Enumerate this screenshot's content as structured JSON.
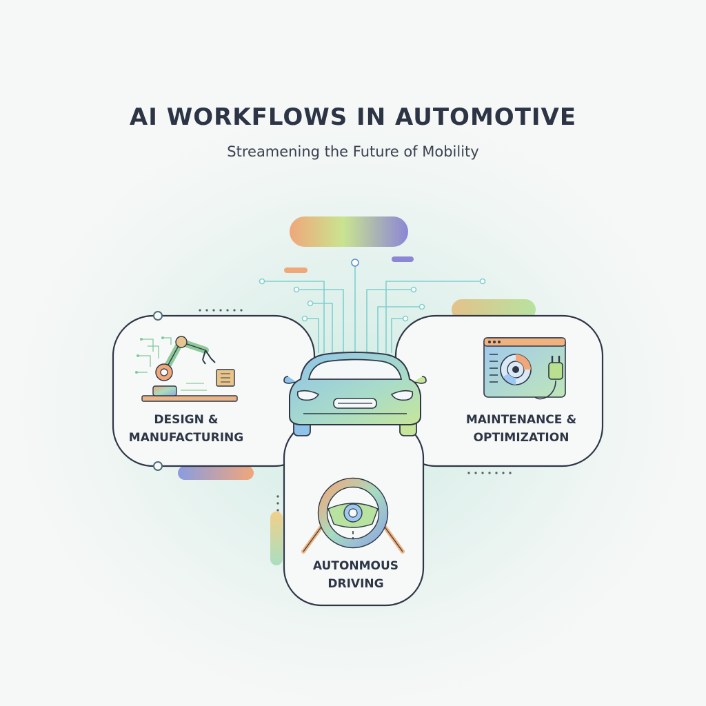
{
  "header": {
    "title": "AI WORKFLOWS IN AUTOMOTIVE",
    "subtitle": "Streamening the Future of Mobility"
  },
  "cards": {
    "design": {
      "label": "DESIGN &\nMANUFACTURING",
      "icon": "robotic-arm-icon"
    },
    "maintenance": {
      "label": "MAINTENANCE &\nOPTIMIZATION",
      "icon": "diagnostics-screen-plug-icon"
    },
    "autonomous": {
      "label": "AUTONMOUS\nDRIVING",
      "icon": "steering-wheel-road-icon"
    }
  },
  "center": {
    "icon": "car-icon"
  },
  "colors": {
    "text": "#2d3445",
    "card_border": "#2f3746",
    "card_fill": "#f7f9f9",
    "circuit": "#7fd0cf",
    "accent_orange": "#f0a77a",
    "accent_green": "#b9e08e",
    "accent_blue": "#8fa8e0",
    "accent_purple": "#8c86d6"
  }
}
